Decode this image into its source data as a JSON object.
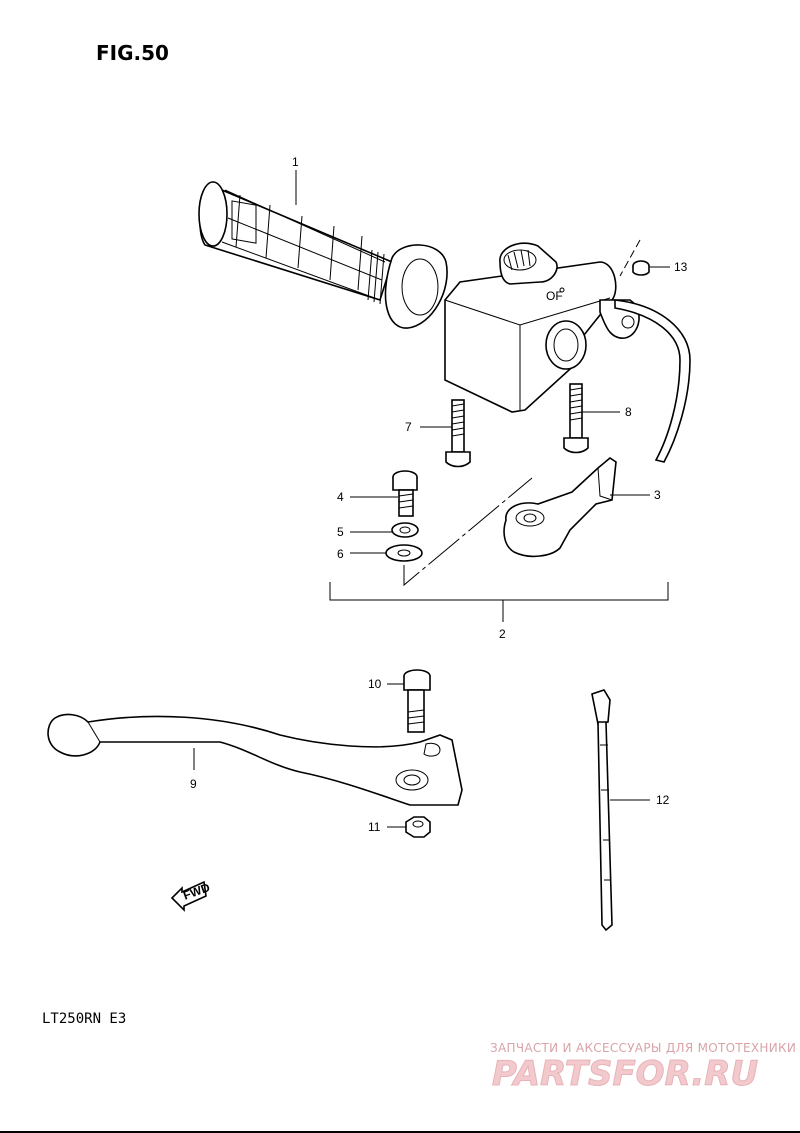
{
  "figure": {
    "title": "FIG.50",
    "model": "LT250RN E3"
  },
  "callouts": [
    "1",
    "2",
    "3",
    "4",
    "5",
    "6",
    "7",
    "8",
    "9",
    "10",
    "11",
    "12",
    "13"
  ],
  "fwd_label": "FWD",
  "watermark": {
    "tagline": "ЗАПЧАСТИ И АКСЕССУАРЫ ДЛЯ МОТОТЕХНИКИ",
    "logo": "PARTSFOR.RU"
  }
}
